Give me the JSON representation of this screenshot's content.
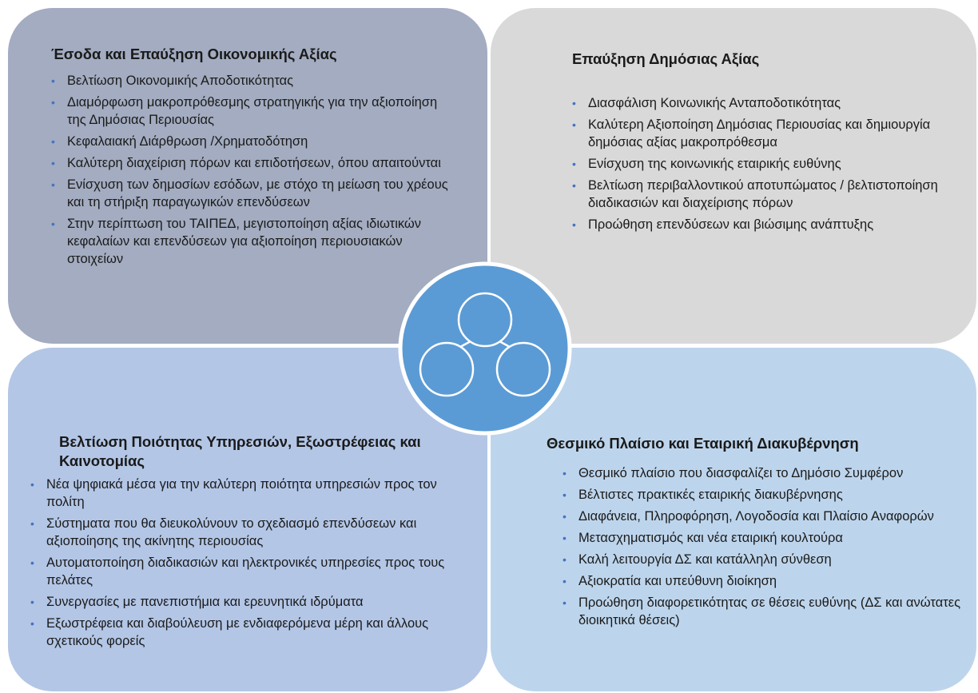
{
  "quadrants": {
    "top_left": {
      "title": "Έσοδα και Επαύξηση Οικονομικής Αξίας",
      "items": [
        "Βελτίωση Οικονομικής Αποδοτικότητας",
        "Διαμόρφωση μακροπρόθεσμης στρατηγικής για την αξιοποίηση της Δημόσιας Περιουσίας",
        "Κεφαλαιακή Διάρθρωση /Χρηματοδότηση",
        "Καλύτερη διαχείριση πόρων και επιδοτήσεων, όπου απαιτούνται",
        "Ενίσχυση των δημοσίων εσόδων, με στόχο τη μείωση του χρέους και τη στήριξη παραγωγικών επενδύσεων",
        "Στην περίπτωση του ΤΑΙΠΕΔ, μεγιστοποίηση αξίας ιδιωτικών κεφαλαίων και επενδύσεων για αξιοποίηση περιουσιακών στοιχείων"
      ]
    },
    "top_right": {
      "title": "Επαύξηση Δημόσιας Αξίας",
      "items": [
        "Διασφάλιση Κοινωνικής Ανταποδοτικότητας",
        "Καλύτερη Αξιοποίηση Δημόσιας Περιουσίας και δημιουργία δημόσιας αξίας μακροπρόθεσμα",
        "Ενίσχυση της κοινωνικής εταιρικής ευθύνης",
        "Βελτίωση περιβαλλοντικού αποτυπώματος / βελτιστοποίηση διαδικασιών και διαχείρισης πόρων",
        "Προώθηση επενδύσεων και βιώσιμης ανάπτυξης"
      ]
    },
    "bottom_left": {
      "title": "Βελτίωση Ποιότητας Υπηρεσιών, Εξωστρέφειας και Καινοτομίας",
      "items": [
        "Νέα ψηφιακά μέσα για την καλύτερη ποιότητα υπηρεσιών προς τον πολίτη",
        "Σύστηματα που θα διευκολύνουν το σχεδιασμό επενδύσεων και αξιοποίησης της ακίνητης περιουσίας",
        "Αυτοματοποίηση διαδικασιών και ηλεκτρονικές υπηρεσίες προς τους πελάτες",
        "Συνεργασίες με πανεπιστήμια και ερευνητικά ιδρύματα",
        "Εξωστρέφεια και διαβούλευση με ενδιαφερόμενα μέρη και άλλους σχετικούς φορείς"
      ]
    },
    "bottom_right": {
      "title": "Θεσμικό Πλαίσιο και Εταιρική Διακυβέρνηση",
      "items": [
        "Θεσμικό πλαίσιο που διασφαλίζει το Δημόσιο Συμφέρον",
        "Βέλτιστες πρακτικές εταιρικής διακυβέρνησης",
        "Διαφάνεια, Πληροφόρηση, Λογοδοσία και Πλαίσιο Αναφορών",
        "Μετασχηματισμός και νέα εταιρική κουλτούρα",
        "Καλή λειτουργία ΔΣ και κατάλληλη σύνθεση",
        "Αξιοκρατία και υπεύθυνη διοίκηση",
        "Προώθηση διαφορετικότητας σε θέσεις ευθύνης (ΔΣ και ανώτατες διοικητικά θέσεις)"
      ]
    }
  },
  "colors": {
    "top_left_fill": "#a3acc0",
    "top_right_fill": "#d9d9d9",
    "bottom_left_fill": "#b3c6e6",
    "bottom_right_fill": "#bdd5ec",
    "hub_fill": "#5b9bd5",
    "bullet": "#4472c4"
  },
  "hub": {
    "icon": "hierarchy-icon"
  }
}
